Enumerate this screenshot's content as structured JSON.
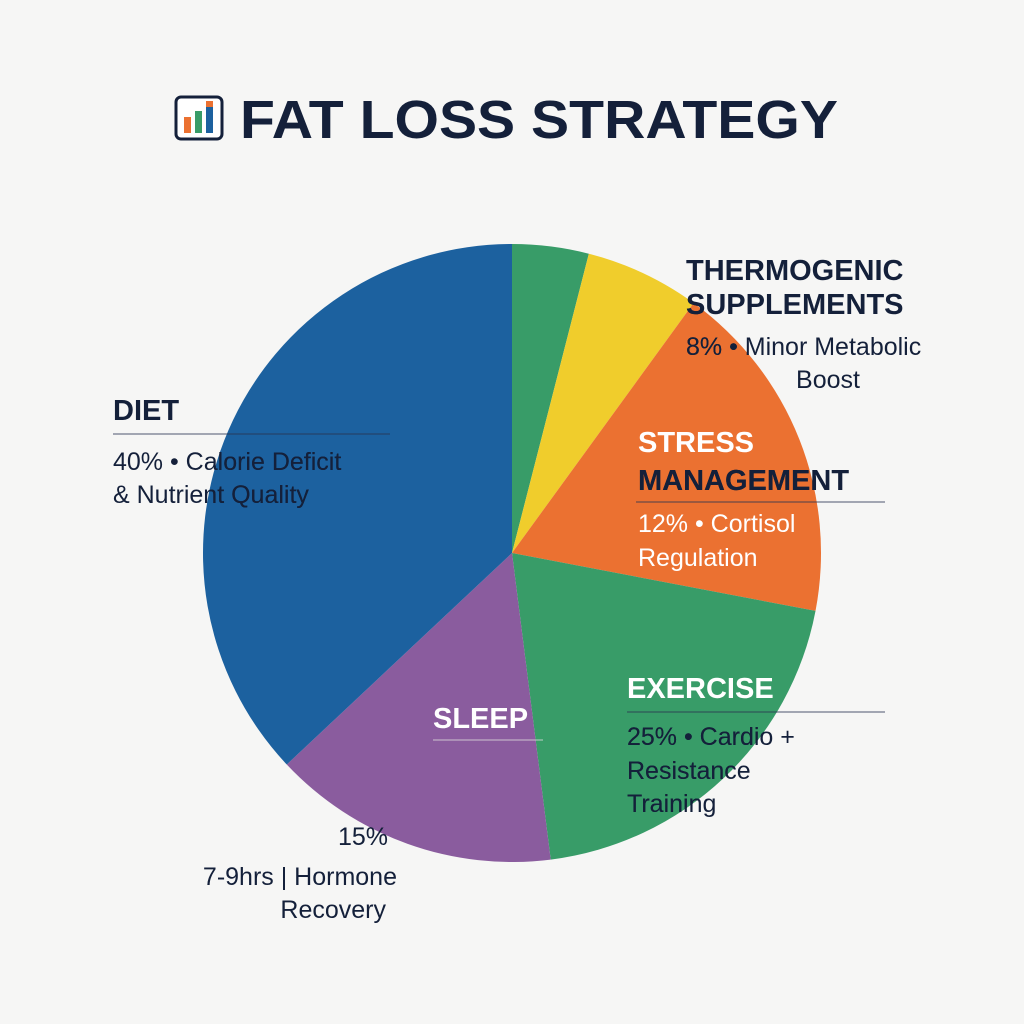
{
  "chart_data": {
    "type": "pie",
    "title": "FAT LOSS STRATEGY",
    "title_icon": "bar-chart-icon",
    "colors": {
      "title": "#14203a",
      "label_dark": "#14203a",
      "label_light": "#ffffff",
      "background": "#f6f6f5"
    },
    "slices": [
      {
        "key": "unlabeled",
        "value": 4,
        "color": "#389c68"
      },
      {
        "key": "thermogenic",
        "value": 6,
        "color": "#f0cd2c",
        "title_lines": [
          "THERMOGENIC",
          "SUPPLEMENTS"
        ],
        "detail_lines": [
          "8% • Minor Metabolic",
          "Boost"
        ],
        "percent": 8
      },
      {
        "key": "stress",
        "value": 18,
        "color": "#eb7131",
        "title_lines": [
          "STRESS",
          "MANAGEMENT"
        ],
        "detail_lines": [
          "12% • Cortisol",
          "Regulation"
        ],
        "percent": 12
      },
      {
        "key": "exercise",
        "value": 20,
        "color": "#389c68",
        "title_lines": [
          "EXERCISE"
        ],
        "detail_lines": [
          "25% • Cardio +",
          "Resistance",
          "Training"
        ],
        "percent": 25
      },
      {
        "key": "sleep",
        "value": 15,
        "color": "#8a5c9e",
        "title_lines": [
          "SLEEP"
        ],
        "detail_lines": [
          "15%",
          "7-9hrs | Hormone",
          "Recovery"
        ],
        "percent": 15
      },
      {
        "key": "diet",
        "value": 37,
        "color": "#1c619f",
        "title_lines": [
          "DIET"
        ],
        "detail_lines": [
          "40% • Calorie Deficit",
          "& Nutrient Quality"
        ],
        "percent": 40
      }
    ]
  }
}
